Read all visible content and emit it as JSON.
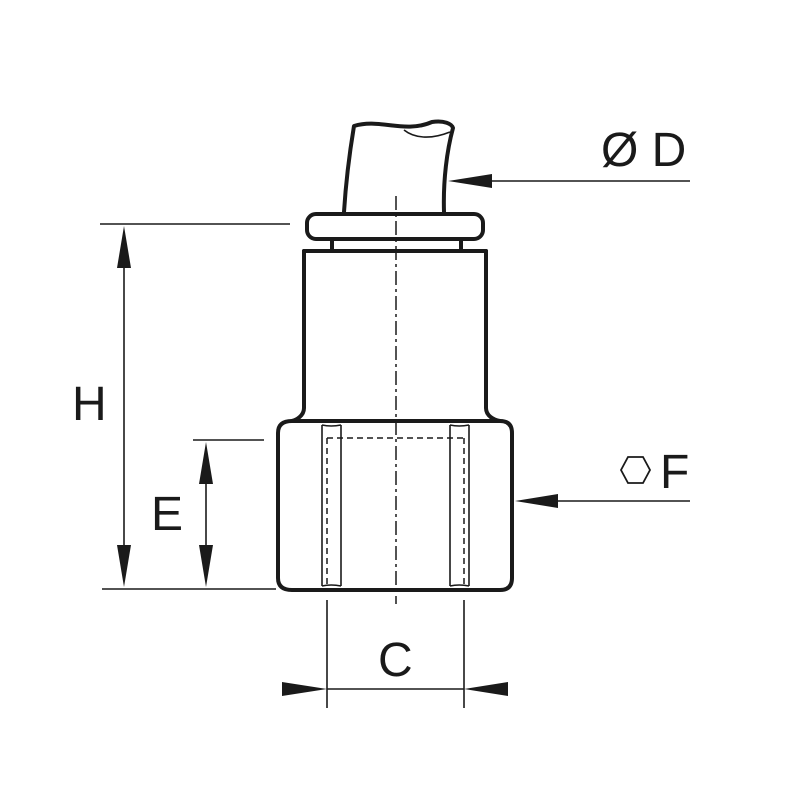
{
  "labels": {
    "d": "Ø D",
    "f": "F",
    "h": "H",
    "e": "E",
    "c": "C"
  },
  "icons": {
    "hexagon": "hexagon-icon"
  },
  "colors": {
    "stroke": "#1a1a1a",
    "background": "#ffffff"
  }
}
